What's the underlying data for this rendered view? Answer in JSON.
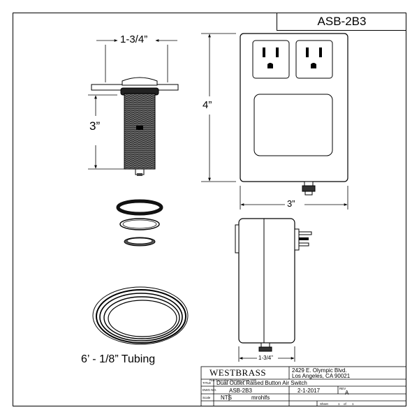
{
  "part_number": "ASB-2B3",
  "dimensions": {
    "nut_width": "1-3/4”",
    "body_height": "3”",
    "box_height": "4”",
    "box_width": "3”",
    "side_depth": "1-3/4”"
  },
  "tubing_label": "6’ - 1/8” Tubing",
  "title_block": {
    "brand": "WESTBRASS",
    "tagline": "Fine Decorative Plumbing Since 1935",
    "address_line1": "2429 E. Olympic Blvd.",
    "address_line2": "Los Angeles, CA 90021",
    "title_label": "TITLE",
    "title_value": "Dual Outlet Raised Button Air Switch",
    "dwg_label": "DWG NO.",
    "dwg_value": "ASB-2B3",
    "date_value": "2-1-2017",
    "rev_label": "REV",
    "rev_value": "A",
    "scale_label": "Scale",
    "scale_value": "NTS",
    "drawn_by": "mrohlfs",
    "sheet_label": "Sheet",
    "sheet_num": "1",
    "of_label": "of",
    "sheet_total": "1"
  }
}
